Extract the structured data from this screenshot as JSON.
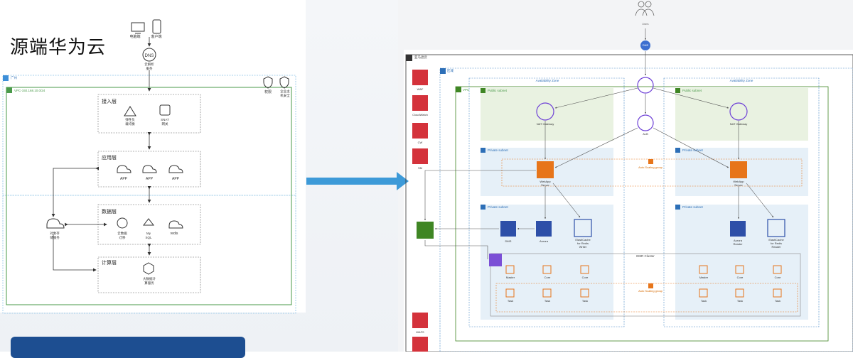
{
  "left": {
    "title": "源端华为云",
    "clients": [
      "电脑端",
      "客户端"
    ],
    "cloud_dns": "云解析\n服务",
    "region": "广州",
    "vpc": "VPC-192.168.10.0/24",
    "perm": "权限",
    "security": "企业主\n机安全",
    "access_layer": "接入层",
    "elb": "弹性负\n载均衡",
    "snat": "SNAT\n网关",
    "app_layer": "应用层",
    "apps": [
      "APP",
      "APP",
      "APP"
    ],
    "data_layer": "数据层",
    "big_data": "云数据\n迁移",
    "mysql": "My\nSQL",
    "redis": "redis",
    "obs": "对象存\n储服务",
    "compute_layer": "计算层",
    "mrs": "大数据计\n算服务"
  },
  "right": {
    "users": "Users",
    "dns": "DNS",
    "cloud": "亚马逊云",
    "region": "区域",
    "vpc": "VPC",
    "az": [
      "Availability Zone",
      "Availability Zone"
    ],
    "public_subnet": "Public subnet",
    "private_subnet": "Private subnet",
    "nat": "NAT Gateway",
    "alb": "ALB",
    "webapp": "WebApp\nServer",
    "asg": "Auto Scaling group",
    "dms": "DMS",
    "aurora": "Aurora",
    "aurora_reader": "Aurora\nReader",
    "elasticache_writer": "ElastiCache\nfor Redis\nWriter",
    "elasticache_reader": "ElastiCache\nfor Redis\nReader",
    "emr": "EMR Cluster",
    "master": "Master",
    "core": "Core",
    "task": "Task",
    "side": [
      "WAF",
      "CloudWatch",
      "CW",
      "SM",
      "WAFS"
    ]
  },
  "colors": {
    "huawei_line": "#4a9a4a",
    "aws_green": "#3f8624",
    "aws_orange": "#e7751a",
    "aws_blue": "#2d4fa8",
    "aws_purple": "#6d3fd6",
    "aws_red": "#d4323b",
    "arrow_blue": "#3d9ad8"
  }
}
